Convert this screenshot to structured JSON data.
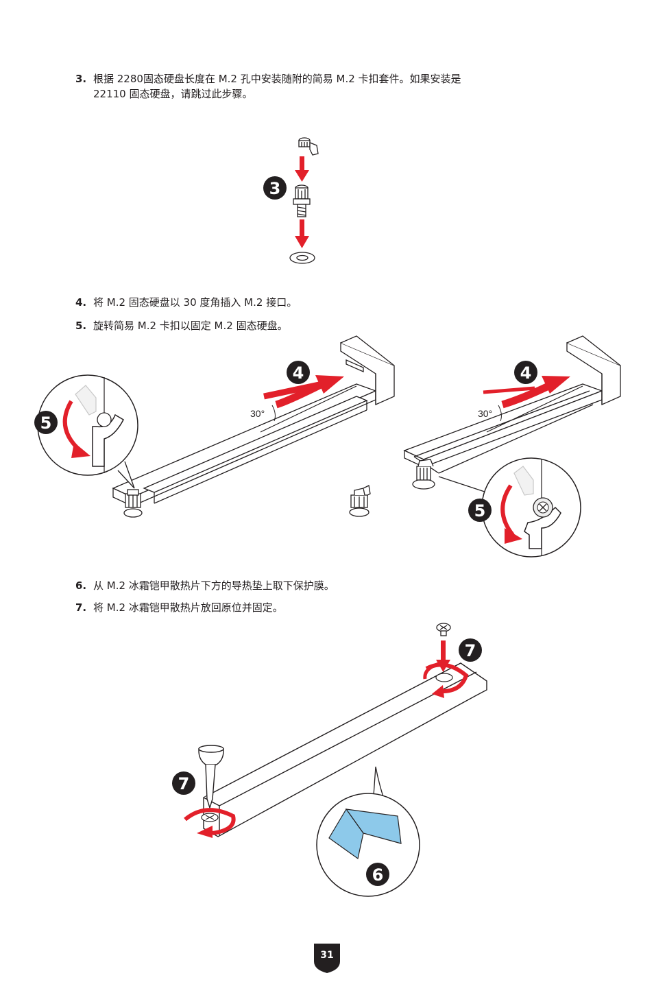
{
  "steps": [
    {
      "num": "3.",
      "line1": "根据 2280固态硬盘长度在 M.2 孔中安装随附的简易 M.2 卡扣套件。如果安装是",
      "line2": "22110 固态硬盘，请跳过此步骤。"
    },
    {
      "num": "4.",
      "line1": "将 M.2 固态硬盘以 30 度角插入 M.2 接口。"
    },
    {
      "num": "5.",
      "line1": "旋转简易 M.2 卡扣以固定 M.2 固态硬盘。"
    },
    {
      "num": "6.",
      "line1": "从 M.2 冰霜铠甲散热片下方的导热垫上取下保护膜。"
    },
    {
      "num": "7.",
      "line1": "将 M.2 冰霜铠甲散热片放回原位并固定。"
    }
  ],
  "callouts": {
    "fig1_step": "3",
    "fig2_left_insert": "4",
    "fig2_left_rotate": "5",
    "fig2_right_insert": "4",
    "fig2_right_rotate": "5",
    "fig3_top": "7",
    "fig3_left": "7",
    "fig3_film": "6"
  },
  "angles": {
    "left": "30°",
    "right": "30°"
  },
  "page_number": "31",
  "colors": {
    "accent_red": "#e2202a",
    "badge": "#231f20",
    "pad_blue": "#8dc9ea"
  }
}
